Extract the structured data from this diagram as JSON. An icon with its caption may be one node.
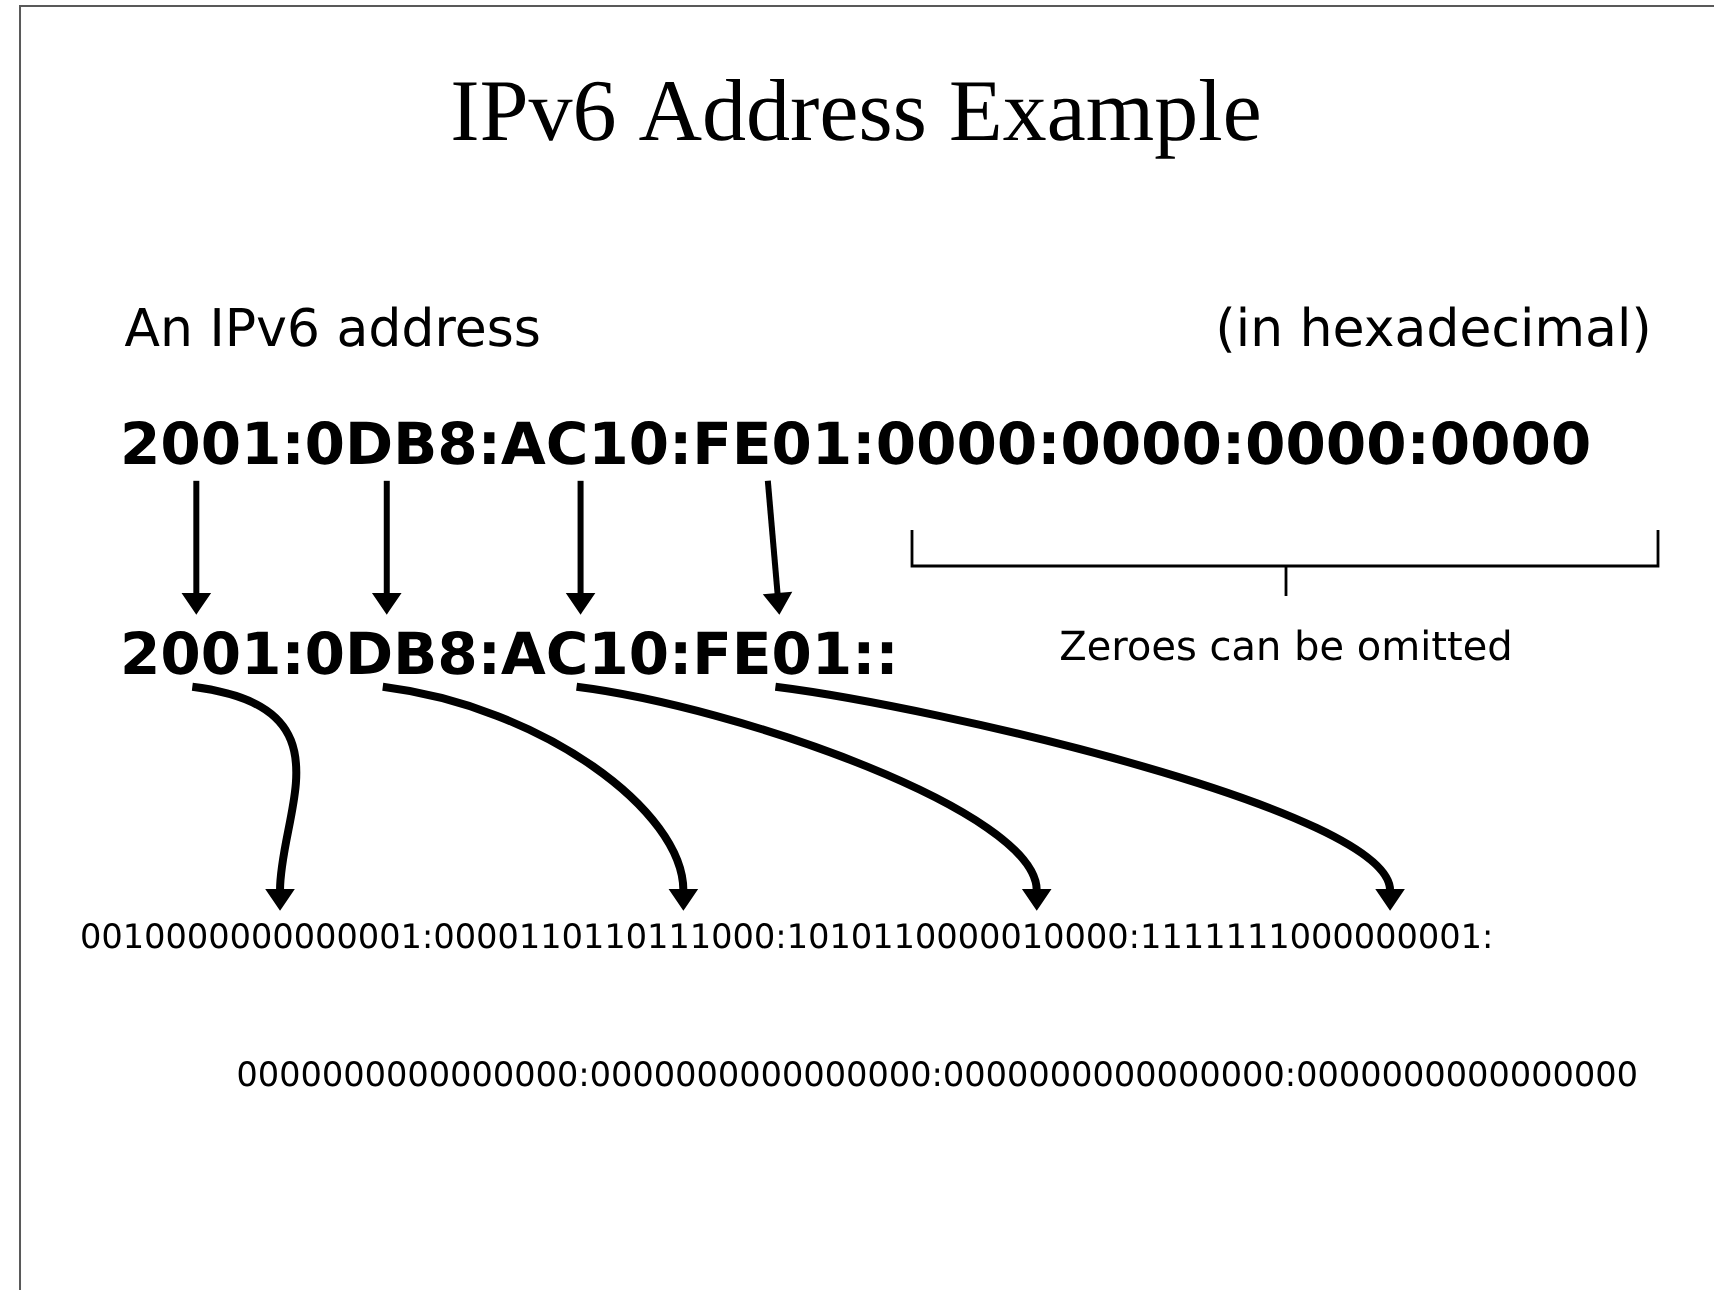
{
  "diagram": {
    "title": "IPv6 Address Example",
    "nodes": [
      {
        "text": [
          "2001:"
        ]
      },
      {
        "text": [
          "0DB8:"
        ]
      },
      {
        "text": [
          "AC10:"
        ]
      },
      {
        "text": [
          "FE01:"
        ]
      },
      {
        "text": [
          "2001:"
        ]
      },
      {
        "text": [
          "0DB8:"
        ]
      },
      {
        "text": [
          "AC10:"
        ]
      },
      {
        "text": [
          "FE01::"
        ]
      },
      {
        "text": [
          "0010000000000001:"
        ]
      },
      {
        "text": [
          "0000110110111000:"
        ]
      },
      {
        "text": [
          "1010110000010000:"
        ]
      },
      {
        "text": [
          "1111111000000001:"
        ]
      }
    ],
    "edges": [
      {
        "from": 0,
        "to": 4,
        "arrow": "to"
      },
      {
        "from": 1,
        "to": 5,
        "arrow": "to"
      },
      {
        "from": 2,
        "to": 6,
        "arrow": "to"
      },
      {
        "from": 3,
        "to": 7,
        "arrow": "to"
      },
      {
        "from": 4,
        "to": 8,
        "arrow": "to"
      },
      {
        "from": 5,
        "to": 9,
        "arrow": "to"
      },
      {
        "from": 6,
        "to": 10,
        "arrow": "to"
      },
      {
        "from": 7,
        "to": 11,
        "arrow": "to"
      }
    ],
    "labels": [
      "An IPv6 address",
      "(in hexadecimal)",
      "0000:0000:0000:0000",
      "Zeroes can be omitted",
      "0000000000000000:0000000000000000:0000000000000000:0000000000000000"
    ]
  }
}
